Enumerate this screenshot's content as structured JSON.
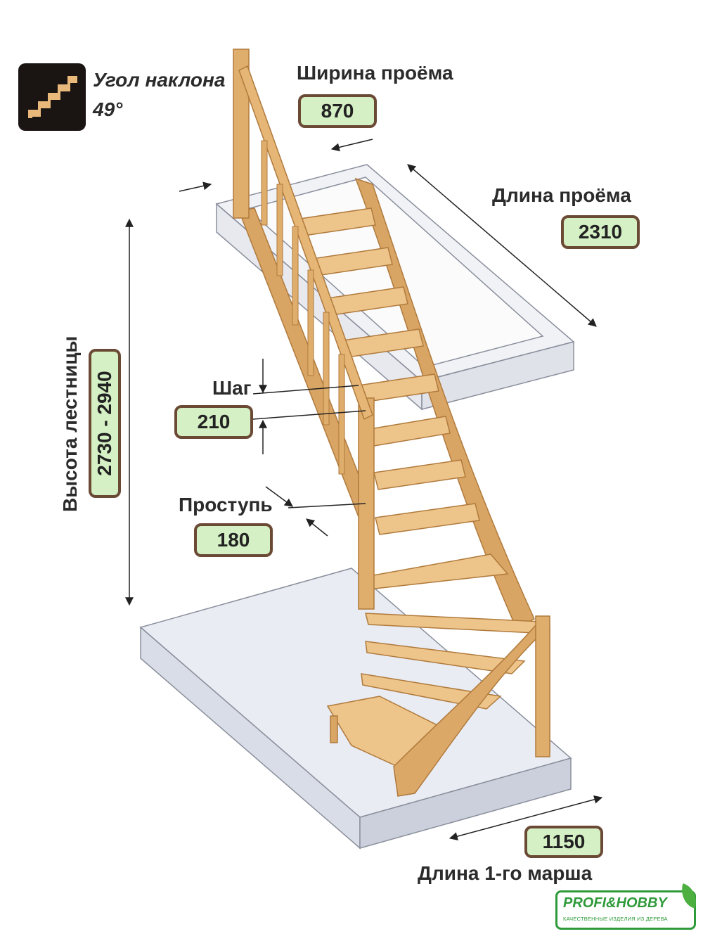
{
  "angle": {
    "label": "Угол наклона",
    "value": "49°"
  },
  "opening_width": {
    "label": "Ширина проёма",
    "value": "870"
  },
  "opening_length": {
    "label": "Длина проёма",
    "value": "2310"
  },
  "stair_height": {
    "label": "Высота лестницы",
    "value": "2730 - 2940"
  },
  "step_height": {
    "label": "Шаг",
    "value": "210"
  },
  "tread_depth": {
    "label": "Проступь",
    "value": "180"
  },
  "first_flight_length": {
    "label": "Длина 1-го марша",
    "value": "1150"
  },
  "logo": {
    "name": "PROFI&HOBBY",
    "tagline": "КАЧЕСТВЕННЫЕ ИЗДЕЛИЯ ИЗ ДЕРЕВА"
  },
  "colors": {
    "wood": "#e8b87a",
    "wood_dark": "#c98f4a",
    "glass": "#dfe3ec",
    "badge_fill": "#d5f0c4",
    "badge_border": "#6b4a35",
    "logo_green": "#2f9a3a"
  }
}
